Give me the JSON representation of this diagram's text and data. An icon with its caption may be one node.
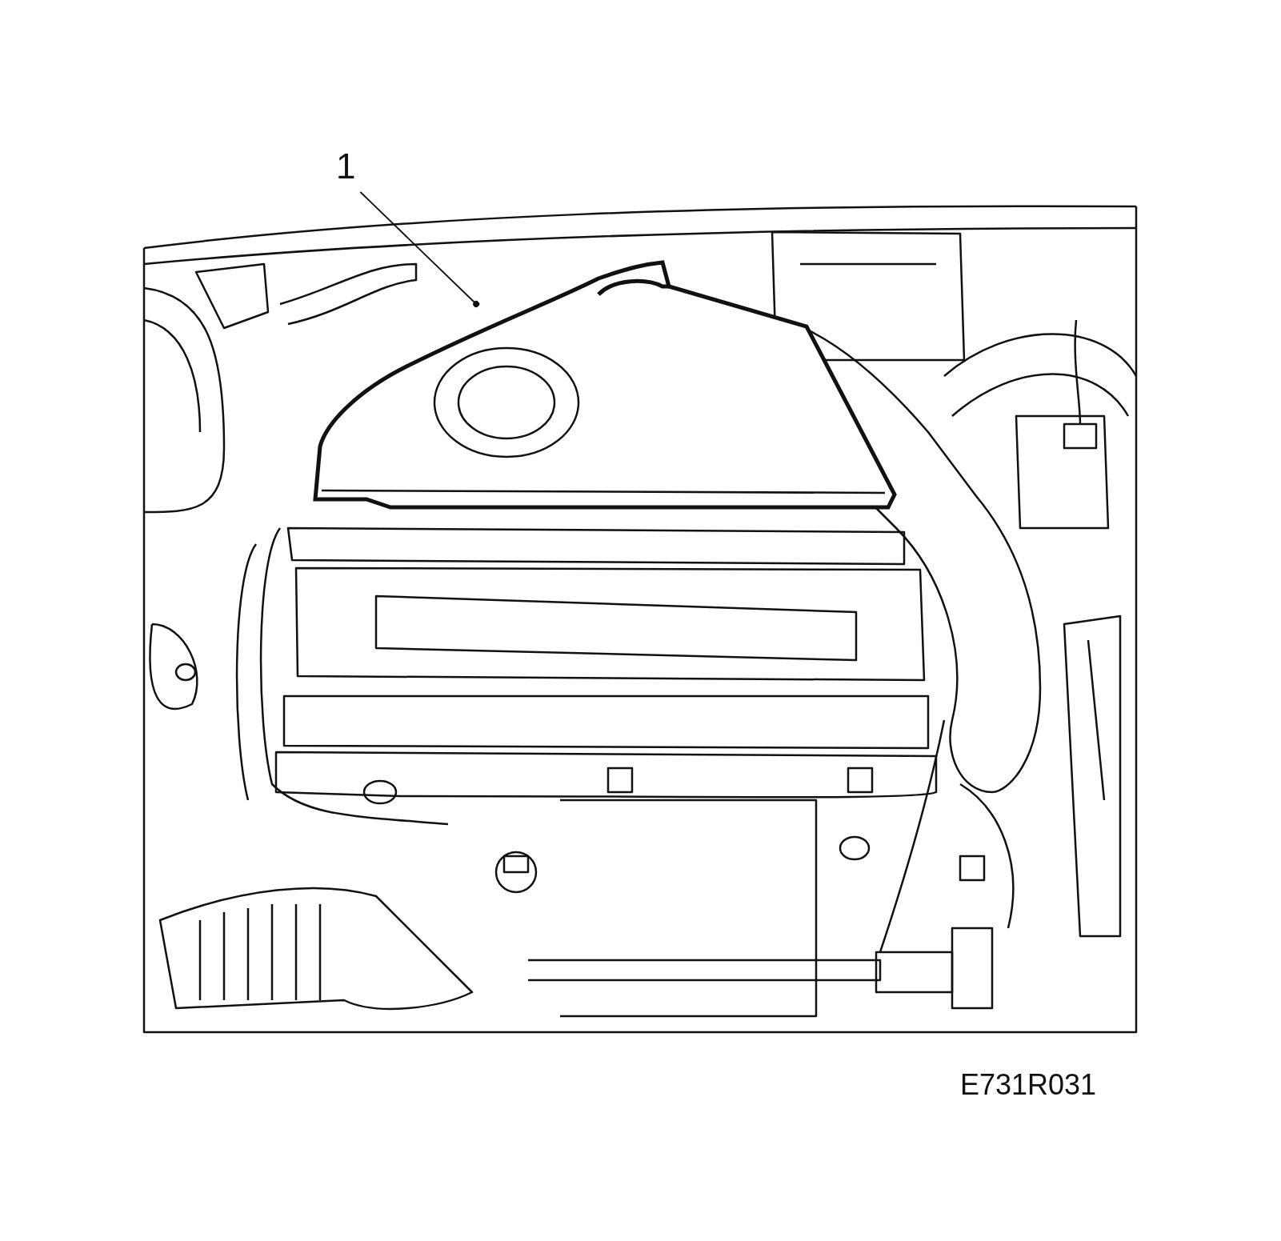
{
  "diagram": {
    "nodes": [
      {
        "text": [
          "1"
        ]
      },
      {
        "text": [],
        "shape": "picture"
      }
    ],
    "edges": [
      {
        "from": 0,
        "to": 1,
        "arrow": "other"
      }
    ],
    "labels": [
      "E731R031"
    ]
  }
}
